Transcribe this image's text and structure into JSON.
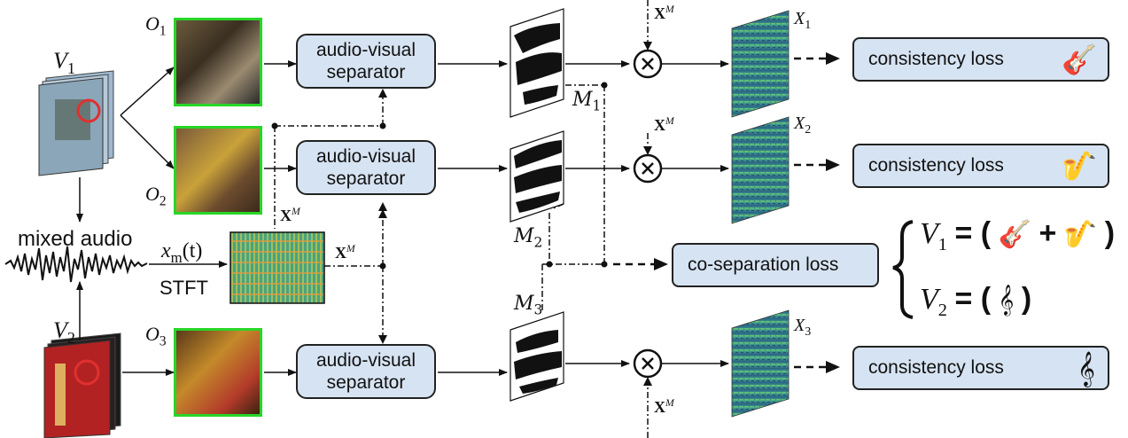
{
  "inputs": {
    "v1_label": "V",
    "v1_sub": "1",
    "v2_label": "V",
    "v2_sub": "2",
    "mixed_audio": "mixed audio",
    "signal_label": "x",
    "signal_sub": "m",
    "signal_arg": "(t)",
    "stft": "STFT"
  },
  "objects": [
    {
      "label": "O",
      "sub": "1"
    },
    {
      "label": "O",
      "sub": "2"
    },
    {
      "label": "O",
      "sub": "3"
    }
  ],
  "separators": [
    {
      "line1": "audio-visual",
      "line2": "separator"
    },
    {
      "line1": "audio-visual",
      "line2": "separator"
    },
    {
      "line1": "audio-visual",
      "line2": "separator"
    }
  ],
  "masks": [
    {
      "label": "M",
      "sub": "1"
    },
    {
      "label": "M",
      "sub": "2"
    },
    {
      "label": "M",
      "sub": "3"
    }
  ],
  "mixture_spec_label": {
    "bold": "X",
    "sup": "M"
  },
  "outputs": [
    {
      "label": "X",
      "sub": "1"
    },
    {
      "label": "X",
      "sub": "2"
    },
    {
      "label": "X",
      "sub": "3"
    }
  ],
  "losses": {
    "consistency": [
      "consistency loss",
      "consistency loss",
      "consistency loss"
    ],
    "co_separation": "co-separation loss"
  },
  "equations": {
    "eq1_lhs": "V",
    "eq1_sub": "1",
    "eq1_op": "= (",
    "eq1_plus": "+",
    "eq1_close": ")",
    "eq2_lhs": "V",
    "eq2_sub": "2",
    "eq2_op": "= (",
    "eq2_close": ")"
  },
  "icons": [
    "guitar-icon",
    "saxophone-icon",
    "harp-icon"
  ],
  "colors": {
    "box_fill": "#d6e3f2",
    "frame_green": "#27d627",
    "spectrogram": "#3a9a8c"
  }
}
